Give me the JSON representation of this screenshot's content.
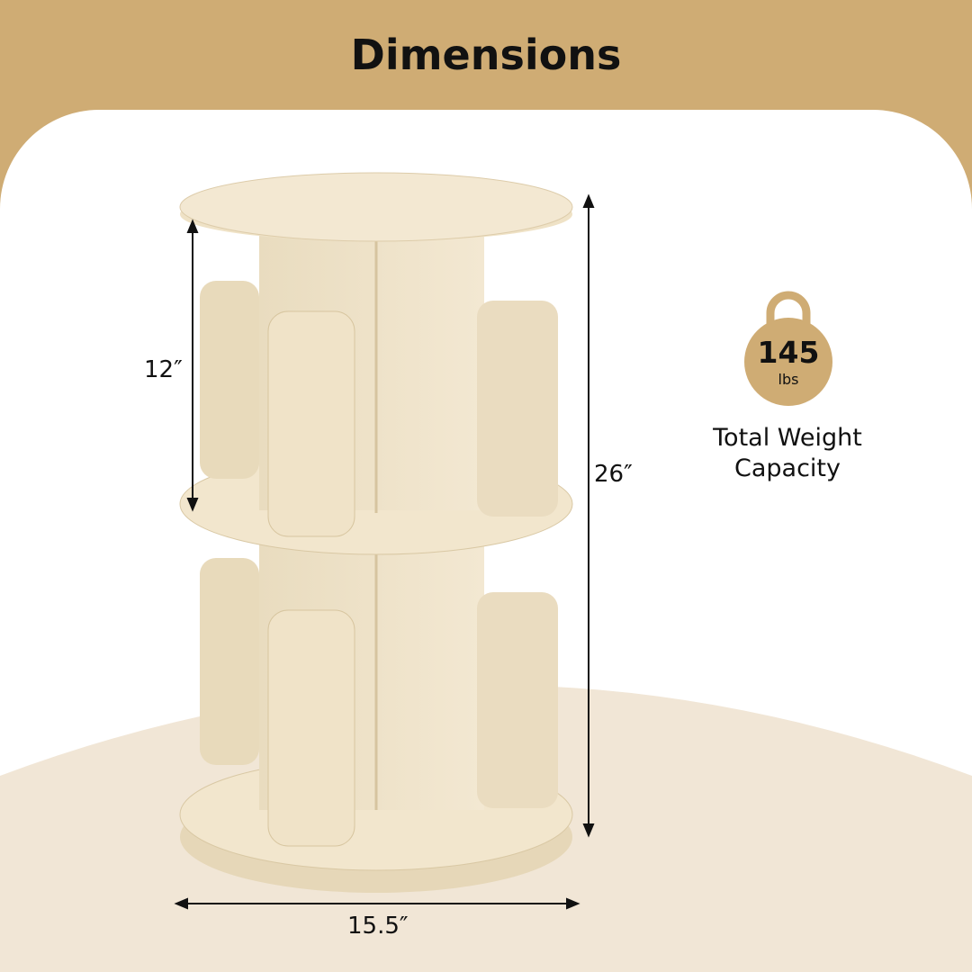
{
  "header": {
    "title": "Dimensions"
  },
  "dimensions": {
    "shelf_height": "12″",
    "total_height": "26″",
    "diameter": "15.5″"
  },
  "weight": {
    "value": "145",
    "unit": "lbs",
    "caption_line1": "Total Weight",
    "caption_line2": "Capacity",
    "icon": "weight-icon"
  },
  "colors": {
    "header_bg": "#cfac74",
    "accent": "#cfac74",
    "wood": "#efe2c6",
    "floor": "#f1e6d6"
  }
}
